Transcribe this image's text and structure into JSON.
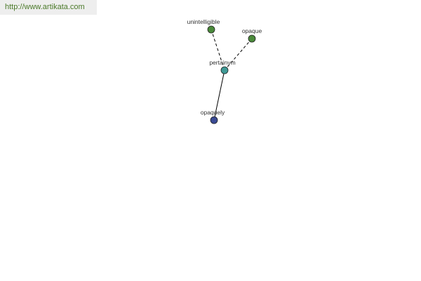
{
  "site": {
    "url": "http://www.artikata.com",
    "color": "#4b7a2a"
  },
  "graph": {
    "nodes": [
      {
        "id": "unintelligible",
        "label": "unintelligible",
        "color": "#4a8a3a"
      },
      {
        "id": "opaque",
        "label": "opaque",
        "color": "#4a8a3a"
      },
      {
        "id": "pertainym",
        "label": "pertainym",
        "color": "#3f9a96"
      },
      {
        "id": "opaquely",
        "label": "opaquely",
        "color": "#3a4a94"
      }
    ],
    "edges": [
      {
        "from": "unintelligible",
        "to": "pertainym",
        "style": "dashed"
      },
      {
        "from": "opaque",
        "to": "pertainym",
        "style": "dashed"
      },
      {
        "from": "pertainym",
        "to": "opaquely",
        "style": "solid"
      }
    ]
  }
}
